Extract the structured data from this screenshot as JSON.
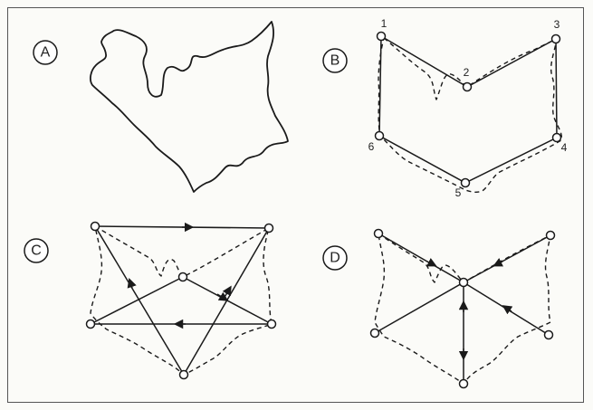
{
  "panels": [
    {
      "id": "A",
      "label": "A"
    },
    {
      "id": "B",
      "label": "B",
      "vertex_labels": [
        "1",
        "2",
        "3",
        "4",
        "5",
        "6"
      ]
    },
    {
      "id": "C",
      "label": "C"
    },
    {
      "id": "D",
      "label": "D"
    }
  ]
}
